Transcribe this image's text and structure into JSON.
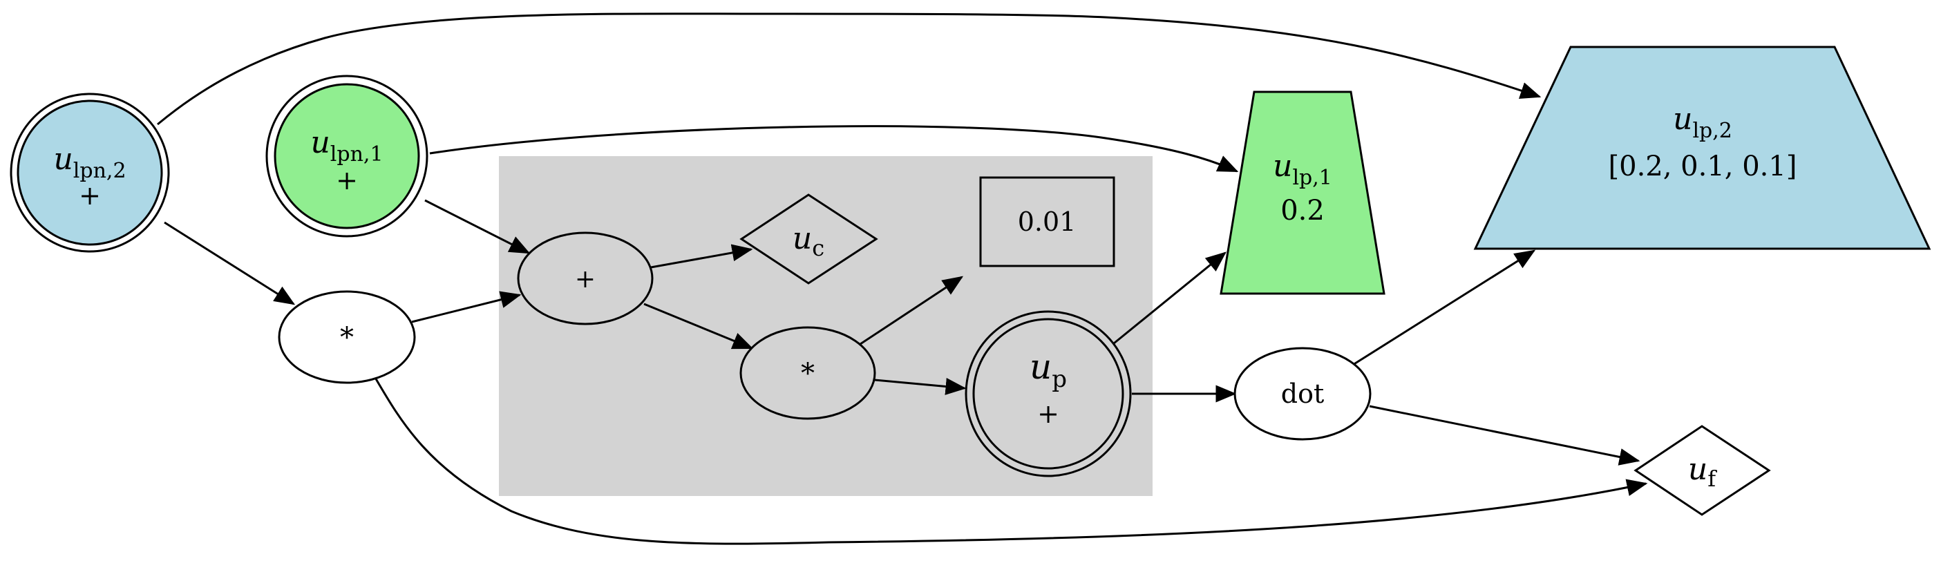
{
  "colors": {
    "blue_fill": "#add8e6",
    "green_fill": "#90ee90",
    "cluster_fill": "#d3d3d3",
    "white": "#ffffff",
    "stroke": "#000000"
  },
  "nodes": {
    "ulpn2": {
      "symbol": "u",
      "sub": "lpn,2",
      "op": "+"
    },
    "ulpn1": {
      "symbol": "u",
      "sub": "lpn,1",
      "op": "+"
    },
    "mul_outer": {
      "label": "*"
    },
    "plus_inner": {
      "label": "+"
    },
    "uc": {
      "symbol": "u",
      "sub": "c"
    },
    "const": {
      "label": "0.01"
    },
    "mul_inner": {
      "label": "*"
    },
    "up": {
      "symbol": "u",
      "sub": "p",
      "op": "+"
    },
    "ulp1": {
      "symbol": "u",
      "sub": "lp,1",
      "value": "0.2"
    },
    "ulp2": {
      "symbol": "u",
      "sub": "lp,2",
      "value": "[0.2, 0.1, 0.1]"
    },
    "dot": {
      "label": "dot"
    },
    "uf": {
      "symbol": "u",
      "sub": "f"
    }
  }
}
